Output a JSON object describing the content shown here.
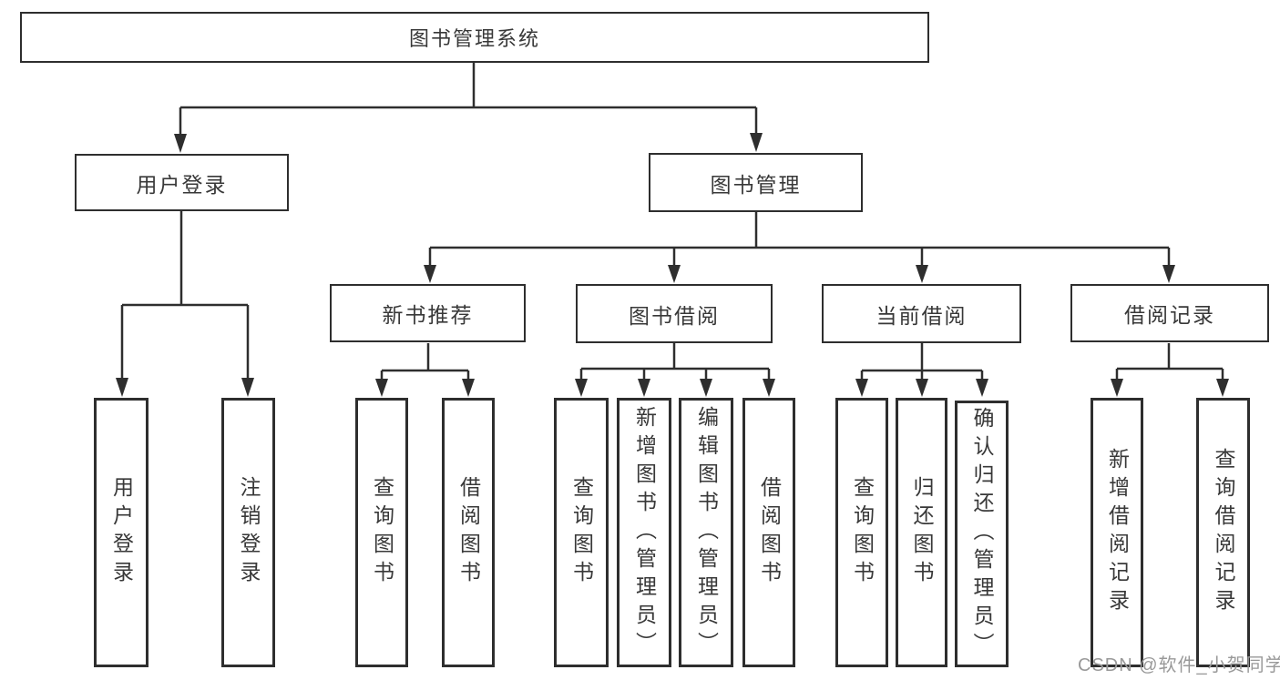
{
  "diagram": {
    "root": {
      "label": "图书管理系统"
    },
    "level2": [
      {
        "label": "用户登录"
      },
      {
        "label": "图书管理"
      }
    ],
    "level3": [
      {
        "label": "新书推荐"
      },
      {
        "label": "图书借阅"
      },
      {
        "label": "当前借阅"
      },
      {
        "label": "借阅记录"
      }
    ],
    "leaves": [
      {
        "label": "用户登录"
      },
      {
        "label": "注销登录"
      },
      {
        "label": "查询图书"
      },
      {
        "label": "借阅图书"
      },
      {
        "label": "查询图书"
      },
      {
        "label": "新增图书（管理员）"
      },
      {
        "label": "编辑图书（管理员）"
      },
      {
        "label": "借阅图书"
      },
      {
        "label": "查询图书"
      },
      {
        "label": "归还图书"
      },
      {
        "label": "确认归还（管理员）"
      },
      {
        "label": "新增借阅记录"
      },
      {
        "label": "查询借阅记录"
      }
    ]
  },
  "watermark": {
    "text": "CSDN @软件_小贺同学"
  },
  "colors": {
    "line": "#2e2e2e",
    "box_border": "#2e2e2e",
    "text": "#383838",
    "watermark": "#999999",
    "background": "#ffffff"
  }
}
